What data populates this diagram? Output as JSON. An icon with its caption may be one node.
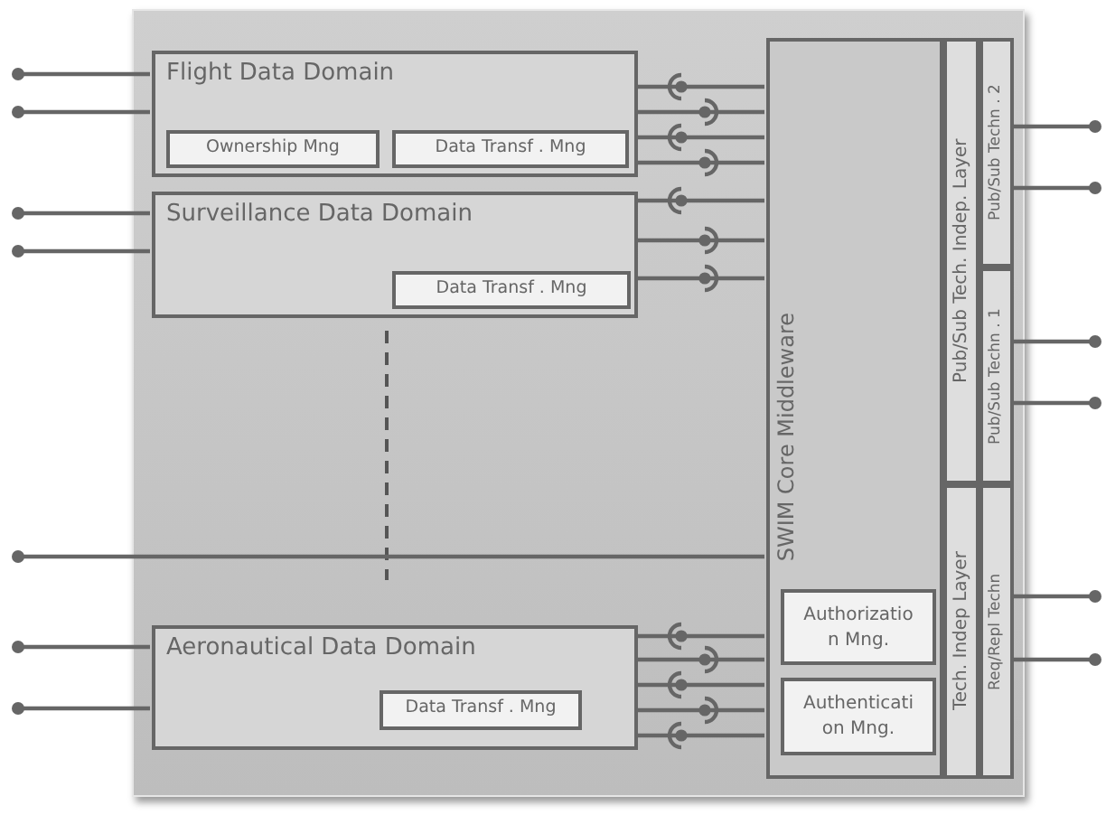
{
  "diagram": {
    "nodes": [
      {
        "text": [],
        "shape": "box"
      },
      {
        "text": [
          "Flight Data Domain"
        ],
        "in": 0
      },
      {
        "text": [
          "Ownership Mng"
        ],
        "in": 1
      },
      {
        "text": [
          "Data Transf . Mng"
        ],
        "in": 1
      },
      {
        "text": [
          "Surveillance Data Domain"
        ],
        "in": 0
      },
      {
        "text": [
          "Data Transf . Mng"
        ],
        "in": 4
      },
      {
        "text": [
          "Aeronautical Data Domain"
        ],
        "in": 0
      },
      {
        "text": [
          "Data Transf . Mng"
        ],
        "in": 6
      },
      {
        "text": [
          "SWIM Core Middleware"
        ],
        "in": 0
      },
      {
        "text": [
          "Authorization Mng."
        ],
        "in": 8
      },
      {
        "text": [
          "Authentication Mng."
        ],
        "in": 8
      },
      {
        "text": [
          "Pub/Sub Tech. Indep. Layer"
        ],
        "in": 0
      },
      {
        "text": [
          "Pub/Sub Techn . 2"
        ],
        "in": 0
      },
      {
        "text": [
          "Pub/Sub Techn . 1"
        ],
        "in": 0
      },
      {
        "text": [
          "Tech. Indep Layer"
        ],
        "in": 0
      },
      {
        "text": [
          "Req/Repl Techn"
        ],
        "in": 0
      }
    ],
    "edges": [
      {
        "from": null,
        "to": 1,
        "arrow": "other"
      },
      {
        "from": null,
        "to": 1,
        "arrow": "other"
      },
      {
        "from": null,
        "to": 4,
        "arrow": "other"
      },
      {
        "from": null,
        "to": 4,
        "arrow": "other"
      },
      {
        "from": null,
        "to": 8,
        "arrow": "other"
      },
      {
        "from": null,
        "to": 6,
        "arrow": "other"
      },
      {
        "from": null,
        "to": 6,
        "arrow": "other"
      },
      {
        "from": 1,
        "to": 8,
        "arrow": "other"
      },
      {
        "from": 1,
        "to": 8,
        "arrow": "other"
      },
      {
        "from": 1,
        "to": 8,
        "arrow": "other"
      },
      {
        "from": 1,
        "to": 8,
        "arrow": "other"
      },
      {
        "from": 4,
        "to": 8,
        "arrow": "other"
      },
      {
        "from": 4,
        "to": 8,
        "arrow": "other"
      },
      {
        "from": 4,
        "to": 8,
        "arrow": "other"
      },
      {
        "from": 6,
        "to": 8,
        "arrow": "other"
      },
      {
        "from": 6,
        "to": 8,
        "arrow": "other"
      },
      {
        "from": 6,
        "to": 8,
        "arrow": "other"
      },
      {
        "from": 6,
        "to": 8,
        "arrow": "other"
      },
      {
        "from": 6,
        "to": 8,
        "arrow": "other"
      },
      {
        "from": 12,
        "to": null,
        "arrow": "other"
      },
      {
        "from": 12,
        "to": null,
        "arrow": "other"
      },
      {
        "from": 13,
        "to": null,
        "arrow": "other"
      },
      {
        "from": 13,
        "to": null,
        "arrow": "other"
      },
      {
        "from": 15,
        "to": null,
        "arrow": "other"
      },
      {
        "from": 15,
        "to": null,
        "arrow": "other"
      }
    ]
  }
}
